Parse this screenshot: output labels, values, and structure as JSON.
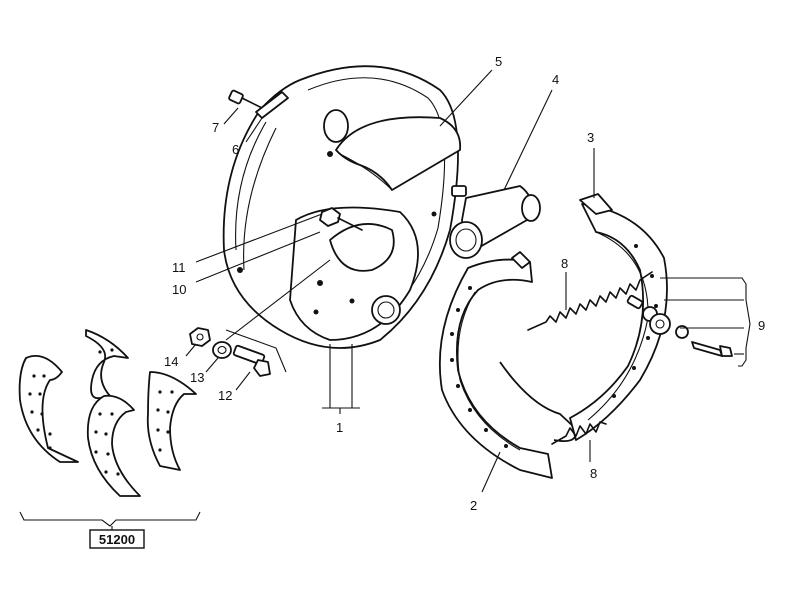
{
  "callouts": {
    "c1": "1",
    "c2": "2",
    "c3": "3",
    "c4": "4",
    "c5": "5",
    "c6": "6",
    "c7": "7",
    "c8a": "8",
    "c8b": "8",
    "c9": "9",
    "c10": "10",
    "c11": "11",
    "c12": "12",
    "c13": "13",
    "c14": "14"
  },
  "lining_kit_number": "51200"
}
